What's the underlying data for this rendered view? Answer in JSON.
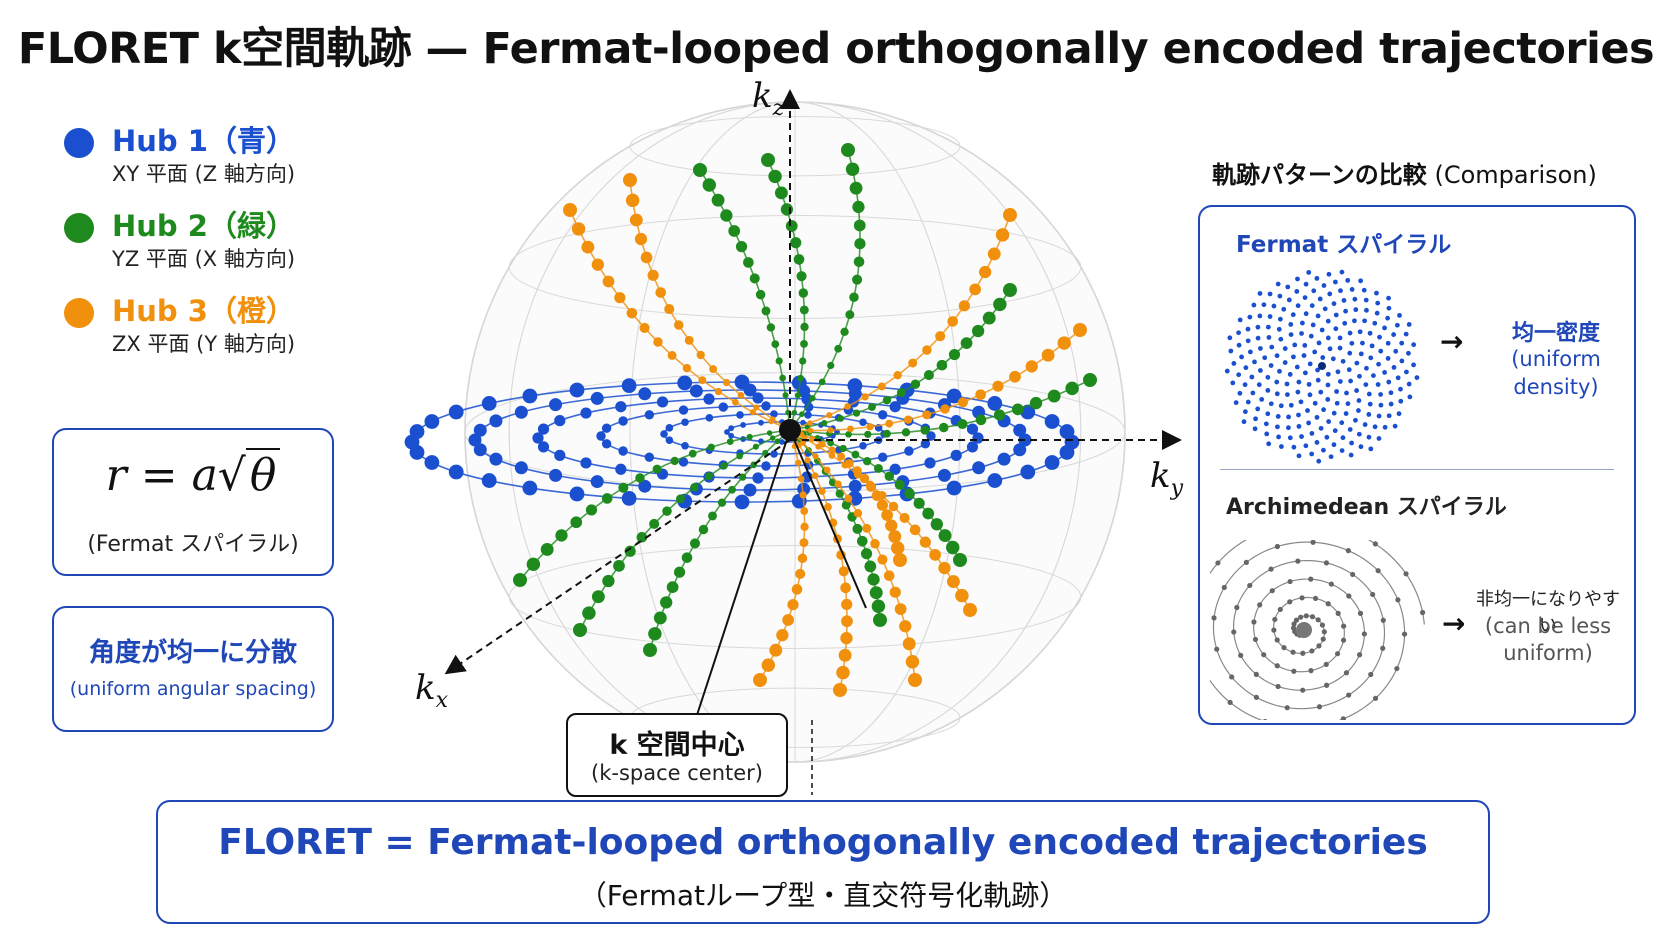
{
  "title": "FLORET k空間軌跡 — Fermat-looped orthogonally encoded trajectories",
  "hubs": [
    {
      "name": "Hub 1（青）",
      "plane": "XY 平面 (Z 軸方向)",
      "color": "#1a4fd0"
    },
    {
      "name": "Hub 2（緑）",
      "plane": "YZ 平面 (X 軸方向)",
      "color": "#1e8a1e"
    },
    {
      "name": "Hub 3（橙）",
      "plane": "ZX 平面 (Y 軸方向)",
      "color": "#f0900c"
    }
  ],
  "formula": {
    "lhs": "r",
    "eq": "=",
    "coef": "a",
    "var": "θ",
    "caption": "(Fermat スパイラル)"
  },
  "angle": {
    "title": "角度が均一に分散",
    "subtitle": "(uniform angular spacing)"
  },
  "axes": {
    "kz": "k",
    "kz_sub": "z",
    "ky": "k",
    "ky_sub": "y",
    "kx": "k",
    "kx_sub": "x"
  },
  "center": {
    "title": "k 空間中心",
    "subtitle": "(k-space center)"
  },
  "comparison": {
    "heading": "軌跡パターンの比較",
    "heading_en": "(Comparison)",
    "fermat_label": "Fermat スパイラル",
    "uniform_title": "均一密度",
    "uniform_sub1": "(uniform",
    "uniform_sub2": "density)",
    "arch_label": "Archimedean スパイラル",
    "nonuniform_title": "非均一になりやすい",
    "nonuniform_sub1": "(can be less",
    "nonuniform_sub2": "uniform)",
    "arrow": "→"
  },
  "bottom": {
    "title": "FLORET = Fermat-looped orthogonally encoded trajectories",
    "subtitle": "（Fermatループ型・直交符号化軌跡）"
  },
  "colors": {
    "blue": "#1a4fd0",
    "green": "#1e8a1e",
    "orange": "#f0900c",
    "frame": "#1f47b8"
  }
}
